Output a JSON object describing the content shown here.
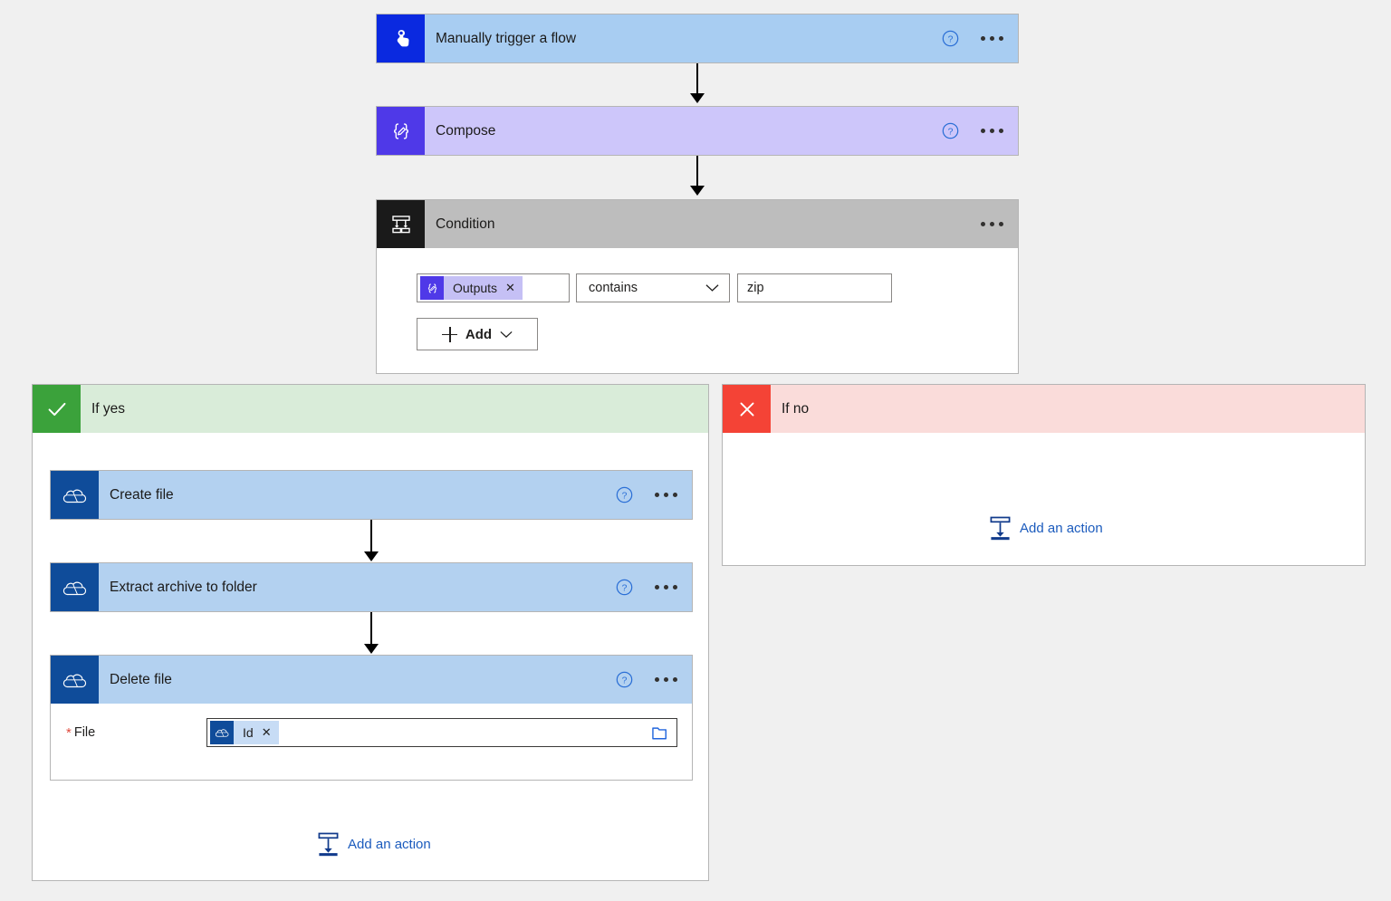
{
  "canvas": {
    "background_color": "#f0f0f0"
  },
  "flow": {
    "trigger": {
      "title": "Manually trigger a flow",
      "icon": "tap-hand-icon",
      "icon_bg": "#0a29e0",
      "header_bg": "#a8cdf2",
      "help_icon": "help-circle-icon",
      "menu_icon": "ellipsis-icon"
    },
    "compose": {
      "title": "Compose",
      "icon": "compose-braces-icon",
      "icon_bg": "#4f39e8",
      "header_bg": "#cdc6fa",
      "help_icon": "help-circle-icon",
      "menu_icon": "ellipsis-icon"
    },
    "condition": {
      "title": "Condition",
      "icon": "condition-branch-icon",
      "icon_bg": "#1a1a1a",
      "header_bg": "#bdbdbd",
      "menu_icon": "ellipsis-icon",
      "row": {
        "token": {
          "label": "Outputs",
          "icon": "compose-braces-icon",
          "remove": "✕"
        },
        "operator": {
          "value": "contains",
          "chevron": "chevron-down-icon"
        },
        "value": "zip"
      },
      "add_button": {
        "label": "Add",
        "plus": "plus-icon",
        "chevron": "chevron-down-icon"
      }
    },
    "branch_yes": {
      "title": "If yes",
      "badge_icon": "checkmark-icon",
      "badge_bg": "#3ba23b",
      "header_bg": "#d9ecd9",
      "actions": [
        {
          "title": "Create file",
          "icon": "onedrive-cloud-icon",
          "icon_bg": "#0f4c9a",
          "header_bg": "#b3d1f0",
          "help_icon": "help-circle-icon",
          "menu_icon": "ellipsis-icon"
        },
        {
          "title": "Extract archive to folder",
          "icon": "onedrive-cloud-icon",
          "icon_bg": "#0f4c9a",
          "header_bg": "#b3d1f0",
          "help_icon": "help-circle-icon",
          "menu_icon": "ellipsis-icon"
        },
        {
          "title": "Delete file",
          "icon": "onedrive-cloud-icon",
          "icon_bg": "#0f4c9a",
          "header_bg": "#b3d1f0",
          "help_icon": "help-circle-icon",
          "menu_icon": "ellipsis-icon",
          "param": {
            "required_marker": "*",
            "label": "File",
            "token": {
              "label": "Id",
              "icon": "onedrive-cloud-icon",
              "remove": "✕"
            },
            "picker_icon": "folder-picker-icon"
          }
        }
      ],
      "add_action": {
        "label": "Add an action",
        "icon": "add-action-icon"
      }
    },
    "branch_no": {
      "title": "If no",
      "badge_icon": "close-x-icon",
      "badge_bg": "#f44336",
      "header_bg": "#fadcda",
      "add_action": {
        "label": "Add an action",
        "icon": "add-action-icon"
      }
    }
  }
}
